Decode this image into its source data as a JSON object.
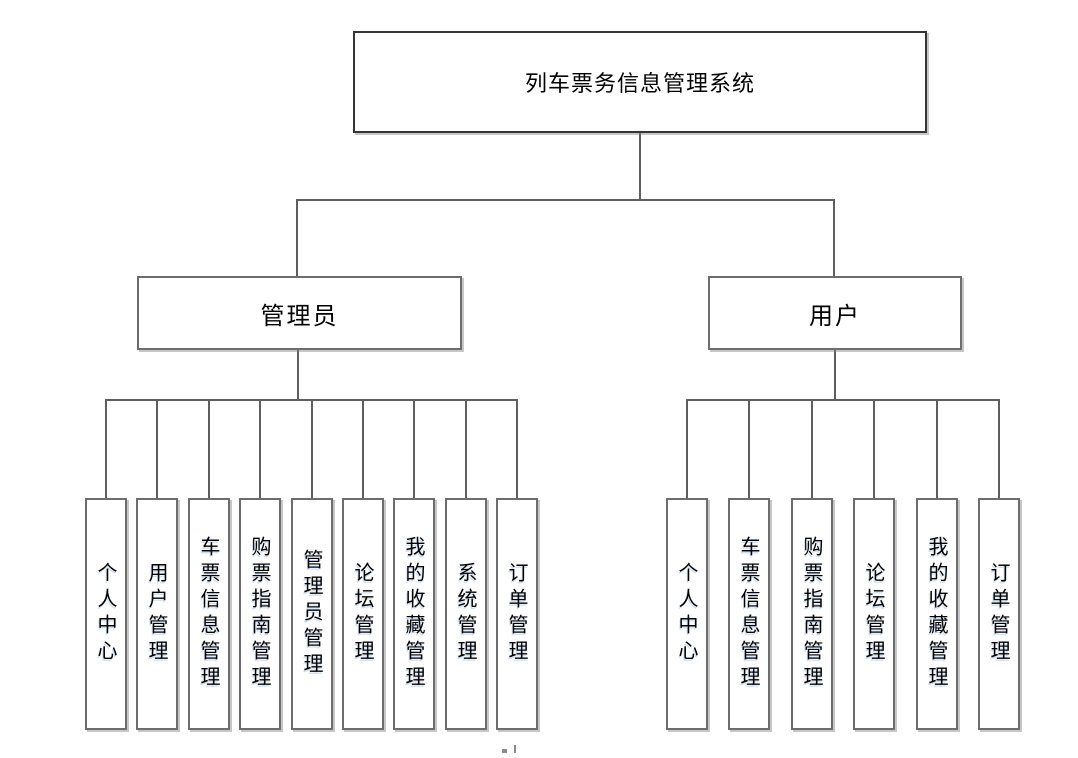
{
  "diagram": {
    "root": {
      "label": "列车票务信息管理系统"
    },
    "branches": [
      {
        "label": "管理员",
        "children": [
          "个人中心",
          "用户管理",
          "车票信息管理",
          "购票指南管理",
          "管理员管理",
          "论坛管理",
          "我的收藏管理",
          "系统管理",
          "订单管理"
        ]
      },
      {
        "label": "用户",
        "children": [
          "个人中心",
          "车票信息管理",
          "购票指南管理",
          "论坛管理",
          "我的收藏管理",
          "订单管理"
        ]
      }
    ],
    "colors": {
      "background": "#ffffff",
      "text": "#000000",
      "connector_line": "#5f5f5f",
      "box_border": "#6d6d6d",
      "root_box_border": "#353535",
      "vertical_text_shadow": "#bad0ec"
    }
  }
}
